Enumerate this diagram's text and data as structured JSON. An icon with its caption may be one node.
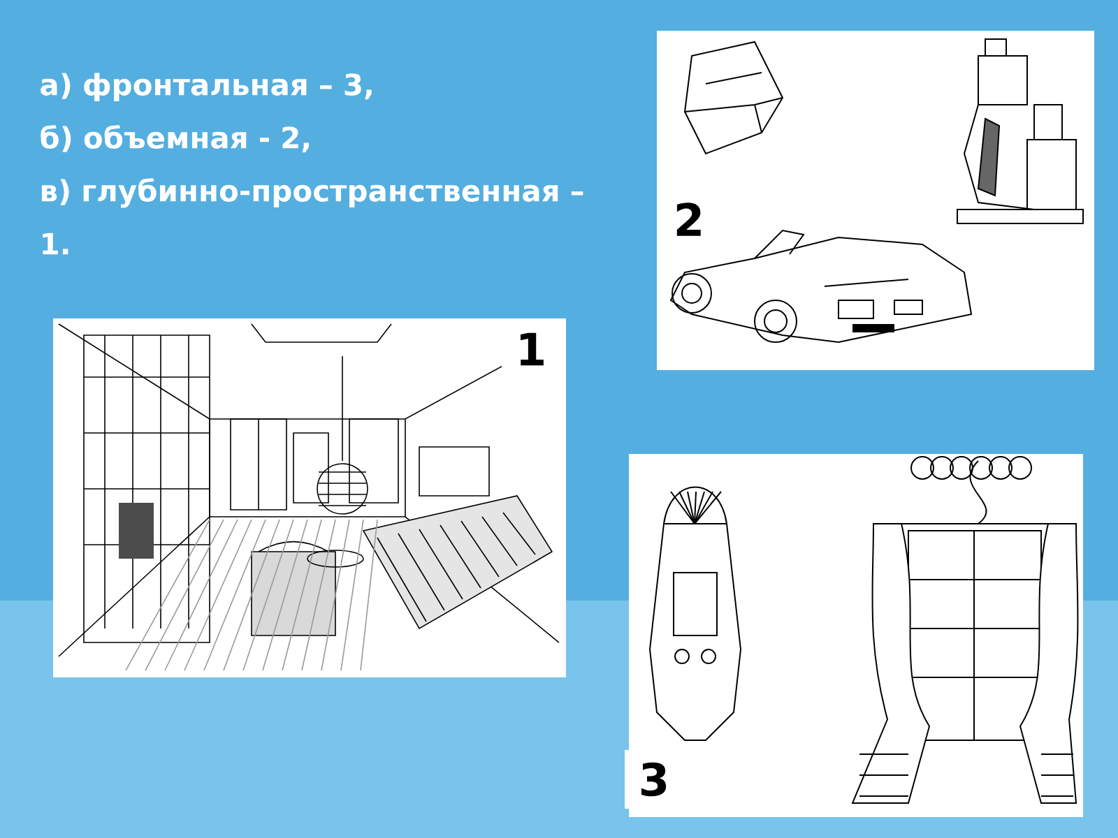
{
  "diagram": {
    "labels": [
      "а) фронтальная – 3,",
      "б) объемная - 2,",
      "в) глубинно-пространственная – 1.",
      "2",
      "1",
      "3"
    ]
  }
}
